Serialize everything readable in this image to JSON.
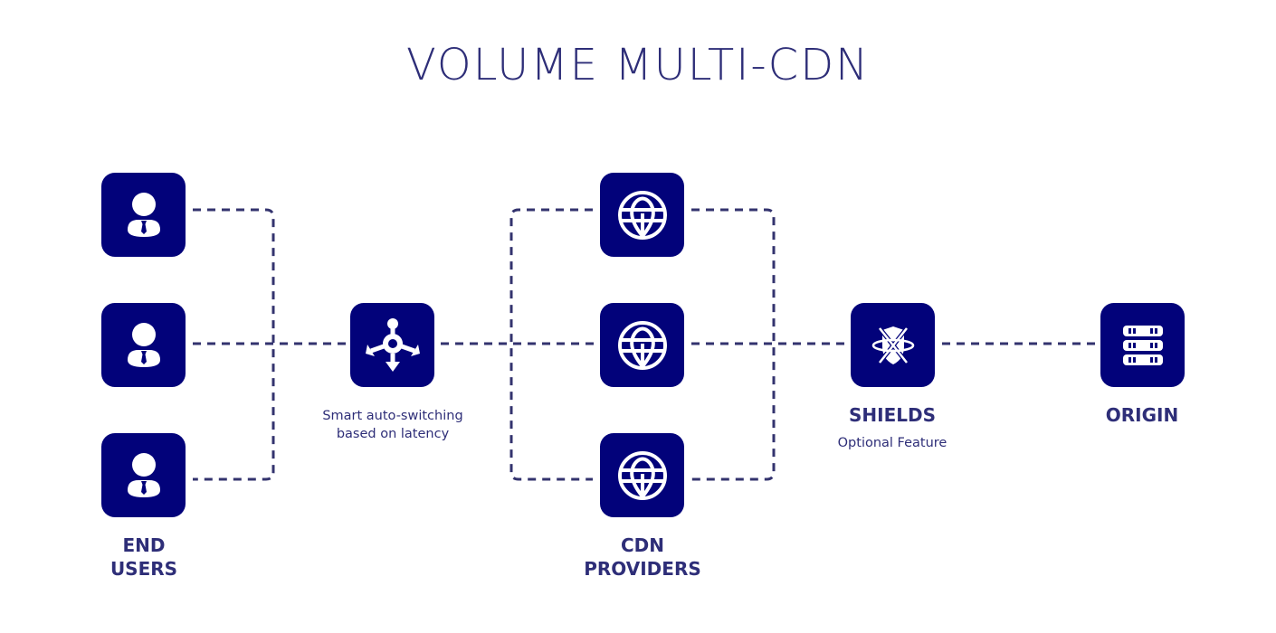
{
  "title": "VOLUME MULTI-CDN",
  "colors": {
    "box": "#02027a",
    "text": "#2e2e78",
    "line": "#33336e"
  },
  "nodes": {
    "end_users": {
      "label_line1": "END",
      "label_line2": "USERS",
      "icon": "user-icon",
      "count": 3
    },
    "switch": {
      "caption_line1": "Smart auto-switching",
      "caption_line2": "based on latency",
      "icon": "routing-arrows-icon"
    },
    "cdn_providers": {
      "label_line1": "CDN",
      "label_line2": "PROVIDERS",
      "icon": "globe-pin-icon",
      "count": 3
    },
    "shields": {
      "label": "SHIELDS",
      "caption": "Optional Feature",
      "icon": "shield-atom-icon"
    },
    "origin": {
      "label": "ORIGIN",
      "icon": "server-icon"
    }
  }
}
